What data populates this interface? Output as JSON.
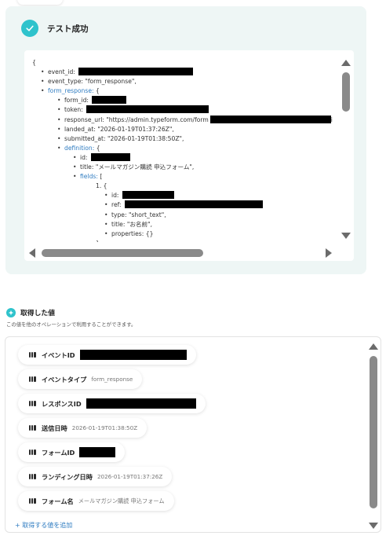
{
  "success": {
    "title": "テスト成功"
  },
  "code": {
    "lines": [
      {
        "indent": 0,
        "bullet": false,
        "text": "{"
      },
      {
        "indent": 1,
        "bullet": true,
        "key": "event_id:",
        "redact": 146
      },
      {
        "indent": 1,
        "bullet": true,
        "key": "event_type:",
        "text": "\"form_response\","
      },
      {
        "indent": 1,
        "bullet": true,
        "key": "form_response:",
        "link": true,
        "text": "{"
      },
      {
        "indent": 2,
        "bullet": true,
        "key": "form_id:",
        "redact": 44
      },
      {
        "indent": 2,
        "bullet": true,
        "key": "token:",
        "redact": 156
      },
      {
        "indent": 2,
        "bullet": true,
        "key": "response_url:",
        "text": "\"https://admin.typeform.com/form",
        "redact": 154,
        "tail": "i"
      },
      {
        "indent": 2,
        "bullet": true,
        "key": "landed_at:",
        "text": "\"2026-01-19T01:37:26Z\","
      },
      {
        "indent": 2,
        "bullet": true,
        "key": "submitted_at:",
        "text": "\"2026-01-19T01:38:50Z\","
      },
      {
        "indent": 2,
        "bullet": true,
        "key": "definition:",
        "link": true,
        "text": "{"
      },
      {
        "indent": 3,
        "bullet": true,
        "key": "id:",
        "redact": 50
      },
      {
        "indent": 3,
        "bullet": true,
        "key": "title:",
        "text": "\"メールマガジン購読 申込フォーム\","
      },
      {
        "indent": 3,
        "bullet": true,
        "key": "fields:",
        "link": true,
        "text": "["
      },
      {
        "indent": 4,
        "bullet": false,
        "text": "1. {"
      },
      {
        "indent": 5,
        "bullet": true,
        "key": "id:",
        "redact": 66
      },
      {
        "indent": 5,
        "bullet": true,
        "key": "ref:",
        "redact": 176
      },
      {
        "indent": 5,
        "bullet": true,
        "key": "type:",
        "text": "\"short_text\","
      },
      {
        "indent": 5,
        "bullet": true,
        "key": "title:",
        "text": "\"お名前\","
      },
      {
        "indent": 5,
        "bullet": true,
        "key": "properties:",
        "text": "{}"
      },
      {
        "indent": 4,
        "bullet": false,
        "text": "},"
      }
    ]
  },
  "values": {
    "title": "取得した値",
    "description": "この値を他のオペレーションで利用することができます。",
    "chips": [
      {
        "label": "イベントID",
        "value": "",
        "redact": 136
      },
      {
        "label": "イベントタイプ",
        "value": "form_response"
      },
      {
        "label": "レスポンスID",
        "value": "",
        "redact": 140
      },
      {
        "label": "送信日時",
        "value": "2026-01-19T01:38:50Z"
      },
      {
        "label": "フォームID",
        "value": "",
        "redact": 46
      },
      {
        "label": "ランディング日時",
        "value": "2026-01-19T01:37:26Z"
      },
      {
        "label": "フォーム名",
        "value": "メールマガジン購読 申込フォーム"
      }
    ],
    "add_label": "+ 取得する値を追加"
  },
  "colors": {
    "accent": "#2fc3cc",
    "panel_bg": "#eef6f5",
    "link": "#2f7cc1"
  }
}
